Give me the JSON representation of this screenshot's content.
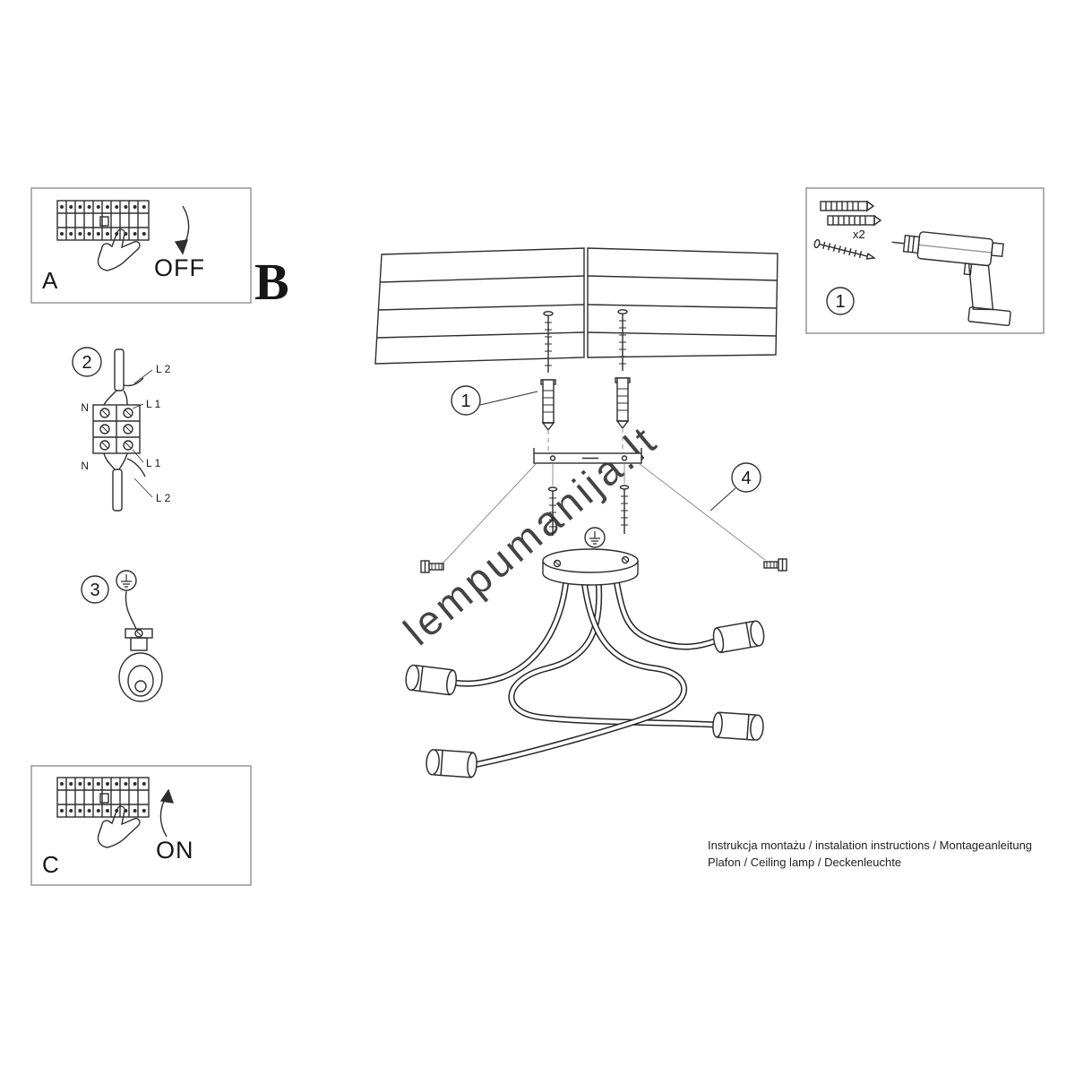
{
  "sheet": {
    "watermark": "lempumanija.lt",
    "footer_line1": "Instrukcja montażu / instalation instructions / Montageanleitung",
    "footer_line2": "Plafon / Ceiling lamp / Deckenleuchte"
  },
  "panel_a": {
    "label": "A",
    "action": "OFF"
  },
  "panel_b": {
    "label": "B"
  },
  "panel_c": {
    "label": "C",
    "action": "ON"
  },
  "hardware_box": {
    "step": "1",
    "plug_count": "x2"
  },
  "callouts": {
    "anchor_step": "1",
    "wiring_step": "2",
    "ground_step": "3",
    "bolt_step": "4"
  },
  "wiring": {
    "l2_top": "L 2",
    "n_top": "N",
    "l1_top": "L 1",
    "l1_bottom": "L 1",
    "n_bottom": "N",
    "l2_bottom": "L 2"
  },
  "colors": {
    "line": "#2e2e2e",
    "box_border": "#8f8f8f",
    "guide": "#8f8f8f",
    "watermark": "#cccccc"
  }
}
